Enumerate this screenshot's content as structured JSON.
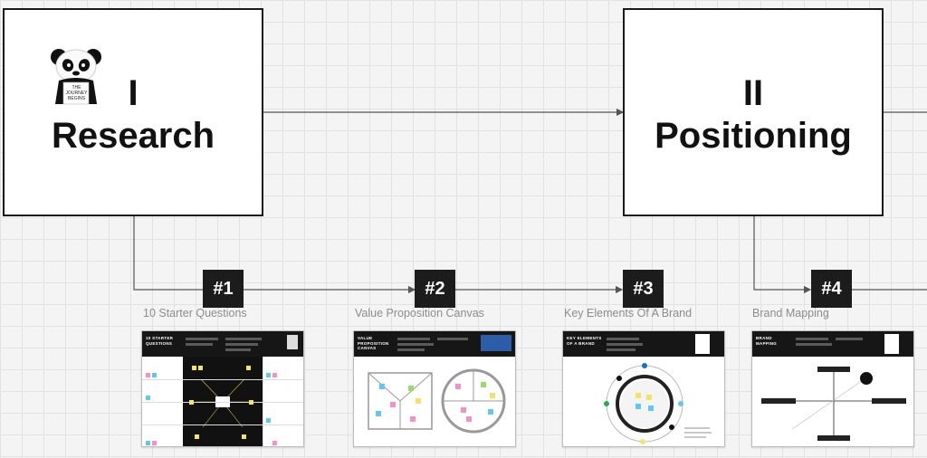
{
  "frames": [
    {
      "numeral": "I",
      "title": "Research",
      "sign_text": "THE JOURNEY BEGINS"
    },
    {
      "numeral": "II",
      "title": "Positioning"
    }
  ],
  "steps": [
    {
      "badge": "#1",
      "label": "10 Starter Questions",
      "board_title": "10 STARTER QUESTIONS"
    },
    {
      "badge": "#2",
      "label": "Value Proposition Canvas",
      "board_title": "VALUE PROPOSITION CANVAS"
    },
    {
      "badge": "#3",
      "label": "Key Elements Of A Brand",
      "board_title": "KEY ELEMENTS OF A BRAND"
    },
    {
      "badge": "#4",
      "label": "Brand Mapping",
      "board_title": "BRAND MAPPING"
    }
  ],
  "colors": {
    "frame_border": "#1a1a1a",
    "badge_bg": "#1c1c1c",
    "connector": "#555555",
    "sticky_pink": "#f291c9",
    "sticky_blue": "#5fc7f0",
    "sticky_yellow": "#f3e36a",
    "sticky_green": "#9ad96b"
  },
  "icons": [
    "panda-mascot-icon",
    "arrow-right-icon"
  ]
}
